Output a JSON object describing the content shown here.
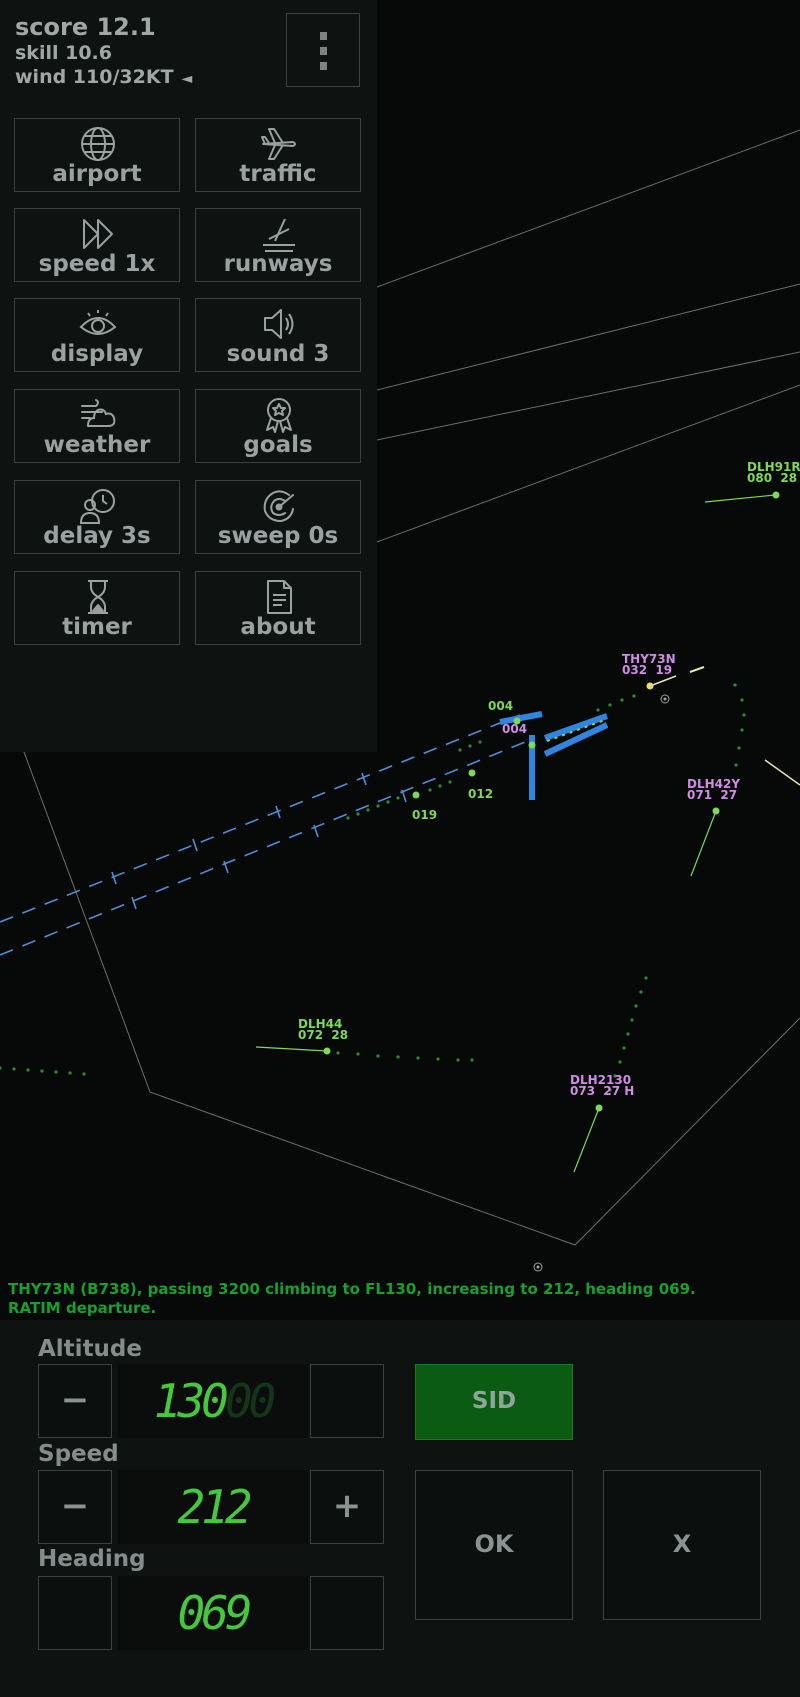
{
  "stats": {
    "score": "score 12.1",
    "skill": "skill 10.6",
    "wind": "wind 110/32KT"
  },
  "menu": [
    {
      "label": "airport",
      "icon": "globe-icon"
    },
    {
      "label": "traffic",
      "icon": "airplane-icon"
    },
    {
      "label": "speed 1x",
      "icon": "fast-forward-icon"
    },
    {
      "label": "runways",
      "icon": "runway-icon"
    },
    {
      "label": "display",
      "icon": "eye-icon"
    },
    {
      "label": "sound 3",
      "icon": "speaker-icon"
    },
    {
      "label": "weather",
      "icon": "weather-icon"
    },
    {
      "label": "goals",
      "icon": "award-icon"
    },
    {
      "label": "delay 3s",
      "icon": "delay-icon"
    },
    {
      "label": "sweep 0s",
      "icon": "sweep-icon"
    },
    {
      "label": "timer",
      "icon": "hourglass-icon"
    },
    {
      "label": "about",
      "icon": "document-icon"
    }
  ],
  "radar": {
    "aircraft": [
      {
        "callsign": "DLH91R",
        "info": "080  28",
        "color": "#7ed957"
      },
      {
        "callsign": "THY73N",
        "info": "032  19",
        "color": "#d18ce6"
      },
      {
        "callsign": "DLH42Y",
        "info": "071  27",
        "color": "#d18ce6"
      },
      {
        "callsign": "DLH44",
        "info": "072  28",
        "color": "#7ed957"
      },
      {
        "callsign": "DLH2130",
        "info": "073  27 H",
        "color": "#d18ce6"
      }
    ],
    "fixes": [
      {
        "label": "004",
        "color": "#7ed957"
      },
      {
        "label": "004",
        "color": "#d18ce6"
      },
      {
        "label": "012",
        "color": "#7ed957"
      },
      {
        "label": "019",
        "color": "#7ed957"
      }
    ]
  },
  "message": {
    "line1": "THY73N (B738), passing 3200 climbing to FL130, increasing to 212, heading 069.",
    "line2": "RATIM departure."
  },
  "controls": {
    "altitude_label": "Altitude",
    "altitude_value": "130",
    "altitude_dim": "00",
    "speed_label": "Speed",
    "speed_value": "212",
    "heading_label": "Heading",
    "heading_value": "069",
    "minus": "−",
    "plus": "+",
    "sid": "SID",
    "ok": "OK",
    "x": "X"
  }
}
